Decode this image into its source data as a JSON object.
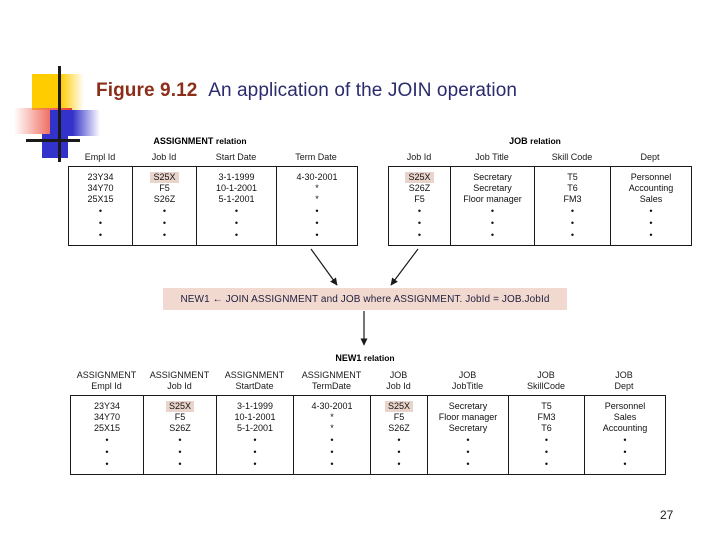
{
  "slide": {
    "title_figure": "Figure 9.12",
    "title_rest": "An application of the JOIN operation",
    "page_number": "27",
    "colors": {
      "figure_label": "#8c2f1a",
      "title_text": "#2a2a6e",
      "highlight_cell": "#e9d4cb",
      "join_box_bg": "#f2d9d0",
      "logo_yellow": "#ffcc00",
      "logo_red": "#e8392f",
      "logo_blue": "#3333cc"
    }
  },
  "assignment_relation": {
    "caption_strong": "ASSIGNMENT",
    "caption_word": "relation",
    "headers": [
      "Empl Id",
      "Job Id",
      "Start Date",
      "Term Date"
    ],
    "rows": [
      [
        "23Y34",
        "S25X",
        "3-1-1999",
        "4-30-2001"
      ],
      [
        "34Y70",
        "F5",
        "10-1-2001",
        "*"
      ],
      [
        "25X15",
        "S26Z",
        "5-1-2001",
        "*"
      ]
    ],
    "highlight": {
      "row": 0,
      "col": 1,
      "value": "S25X"
    },
    "ellipsis_rows": 3,
    "ellipsis_glyph": "•"
  },
  "job_relation": {
    "caption_strong": "JOB",
    "caption_word": "relation",
    "headers": [
      "Job Id",
      "Job Title",
      "Skill Code",
      "Dept"
    ],
    "rows": [
      [
        "S25X",
        "Secretary",
        "T5",
        "Personnel"
      ],
      [
        "S26Z",
        "Secretary",
        "T6",
        "Accounting"
      ],
      [
        "F5",
        "Floor manager",
        "FM3",
        "Sales"
      ]
    ],
    "highlight": {
      "row": 0,
      "col": 0,
      "value": "S25X"
    },
    "ellipsis_rows": 3,
    "ellipsis_glyph": "•"
  },
  "join_operation": {
    "expression": "NEW1 ← JOIN ASSIGNMENT and JOB where ASSIGNMENT. JobId = JOB.JobId"
  },
  "new1_relation": {
    "caption_strong": "NEW1",
    "caption_word": "relation",
    "headers": [
      {
        "top": "ASSIGNMENT",
        "bottom": "Empl Id"
      },
      {
        "top": "ASSIGNMENT",
        "bottom": "Job Id"
      },
      {
        "top": "ASSIGNMENT",
        "bottom": "StartDate"
      },
      {
        "top": "ASSIGNMENT",
        "bottom": "TermDate"
      },
      {
        "top": "JOB",
        "bottom": "Job Id"
      },
      {
        "top": "JOB",
        "bottom": "JobTitle"
      },
      {
        "top": "JOB",
        "bottom": "SkillCode"
      },
      {
        "top": "JOB",
        "bottom": "Dept"
      }
    ],
    "rows": [
      [
        "23Y34",
        "S25X",
        "3-1-1999",
        "4-30-2001",
        "S25X",
        "Secretary",
        "T5",
        "Personnel"
      ],
      [
        "34Y70",
        "F5",
        "10-1-2001",
        "*",
        "F5",
        "Floor manager",
        "FM3",
        "Sales"
      ],
      [
        "25X15",
        "S26Z",
        "5-1-2001",
        "*",
        "S26Z",
        "Secretary",
        "T6",
        "Accounting"
      ]
    ],
    "highlights": [
      {
        "row": 0,
        "col": 1,
        "value": "S25X"
      },
      {
        "row": 0,
        "col": 4,
        "value": "S25X"
      }
    ],
    "ellipsis_rows": 3,
    "ellipsis_glyph": "•"
  }
}
